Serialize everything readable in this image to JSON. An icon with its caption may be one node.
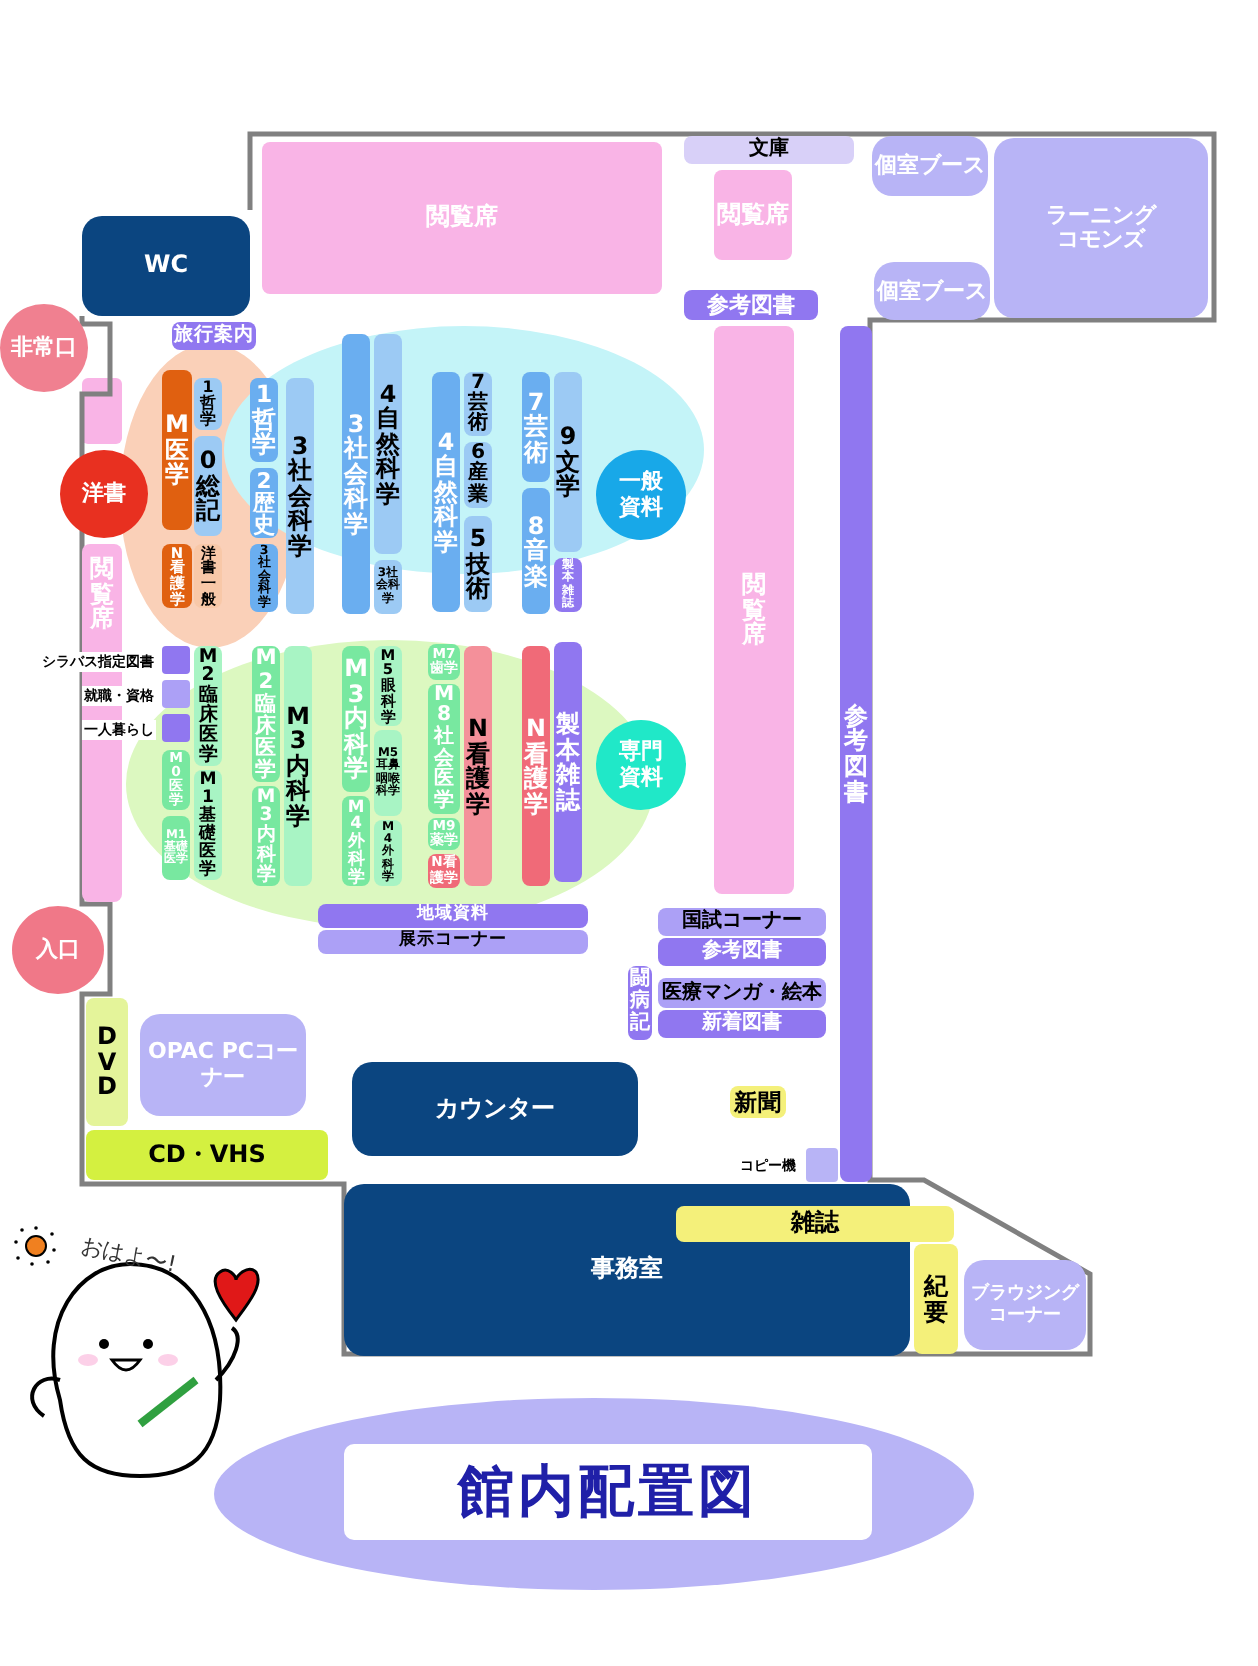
{
  "diagram": {
    "title": "館内配置図",
    "nodes": [
      {
        "text": [
          "閲覧席"
        ]
      },
      {
        "text": [
          "文庫"
        ]
      },
      {
        "text": [
          "閲覧席"
        ]
      },
      {
        "text": [
          "個室ブース"
        ]
      },
      {
        "text": [
          "個室ブース"
        ]
      },
      {
        "text": [
          "ラーニングコモンズ"
        ]
      },
      {
        "text": [
          "WC"
        ]
      },
      {
        "text": [
          "非常口"
        ]
      },
      {
        "text": [
          "旅行案内"
        ]
      },
      {
        "text": [
          "参考図書"
        ]
      },
      {
        "text": [
          "閲覧席"
        ]
      },
      {
        "text": [
          "洋書"
        ]
      },
      {
        "text": [
          "M医学"
        ]
      },
      {
        "text": [
          "N看護学"
        ]
      },
      {
        "text": [
          "1哲学"
        ]
      },
      {
        "text": [
          "0総記"
        ]
      },
      {
        "text": [
          "洋書一般"
        ]
      },
      {
        "text": [
          "1哲学"
        ]
      },
      {
        "text": [
          "2歴史"
        ]
      },
      {
        "text": [
          "3社会科学"
        ]
      },
      {
        "text": [
          "3社会科学"
        ]
      },
      {
        "text": [
          "3社会科学"
        ]
      },
      {
        "text": [
          "4自然科学"
        ]
      },
      {
        "text": [
          "3社会科学"
        ]
      },
      {
        "text": [
          "4自然科学"
        ]
      },
      {
        "text": [
          "7芸術"
        ]
      },
      {
        "text": [
          "6産業"
        ]
      },
      {
        "text": [
          "5技術"
        ]
      },
      {
        "text": [
          "7芸術"
        ]
      },
      {
        "text": [
          "8音楽"
        ]
      },
      {
        "text": [
          "9文学"
        ]
      },
      {
        "text": [
          "製本雑誌"
        ]
      },
      {
        "text": [
          "一般資料"
        ]
      },
      {
        "text": [
          "参考図書"
        ]
      },
      {
        "text": [
          "閲覧席"
        ]
      },
      {
        "text": [],
        "shape": "box"
      },
      {
        "text": [],
        "shape": "box"
      },
      {
        "text": [],
        "shape": "box"
      },
      {
        "text": [
          "M0医学"
        ]
      },
      {
        "text": [
          "M1基礎医学"
        ]
      },
      {
        "text": [
          "M2臨床医学"
        ]
      },
      {
        "text": [
          "M1基礎医学"
        ]
      },
      {
        "text": [
          "M2臨床医学"
        ]
      },
      {
        "text": [
          "M3内科学"
        ]
      },
      {
        "text": [
          "M3内科学"
        ]
      },
      {
        "text": [
          "M3内科学"
        ]
      },
      {
        "text": [
          "M4外科学"
        ]
      },
      {
        "text": [
          "M5眼科学"
        ]
      },
      {
        "text": [
          "M5耳鼻咽喉科学"
        ]
      },
      {
        "text": [
          "M4外科学"
        ]
      },
      {
        "text": [
          "M7歯学"
        ]
      },
      {
        "text": [
          "M8社会医学"
        ]
      },
      {
        "text": [
          "M9薬学"
        ]
      },
      {
        "text": [
          "N看護学"
        ]
      },
      {
        "text": [
          "N看護学"
        ]
      },
      {
        "text": [
          "N看護学"
        ]
      },
      {
        "text": [
          "製本雑誌"
        ]
      },
      {
        "text": [
          "専門資料"
        ]
      },
      {
        "text": [
          "地域資料"
        ]
      },
      {
        "text": [
          "展示コーナー"
        ]
      },
      {
        "text": [
          "国試コーナー"
        ]
      },
      {
        "text": [
          "参考図書"
        ]
      },
      {
        "text": [
          "闘病記"
        ]
      },
      {
        "text": [
          "医療マンガ・絵本"
        ]
      },
      {
        "text": [
          "新着図書"
        ]
      },
      {
        "text": [
          "入口"
        ]
      },
      {
        "text": [
          "DVD"
        ]
      },
      {
        "text": [
          "OPAC PCコーナー"
        ]
      },
      {
        "text": [
          "CD・VHS"
        ]
      },
      {
        "text": [
          "カウンター"
        ]
      },
      {
        "text": [
          "新聞"
        ]
      },
      {
        "text": [],
        "shape": "box",
        "beside": [
          "コピー機"
        ]
      },
      {
        "text": [
          "事務室"
        ]
      },
      {
        "text": [
          "雑誌"
        ]
      },
      {
        "text": [
          "紀要"
        ]
      },
      {
        "text": [
          "ブラウジングコーナー"
        ]
      }
    ],
    "labels": [
      "シラバス指定図書",
      "就職・資格",
      "一人暮らし",
      "おはよ〜!"
    ]
  }
}
